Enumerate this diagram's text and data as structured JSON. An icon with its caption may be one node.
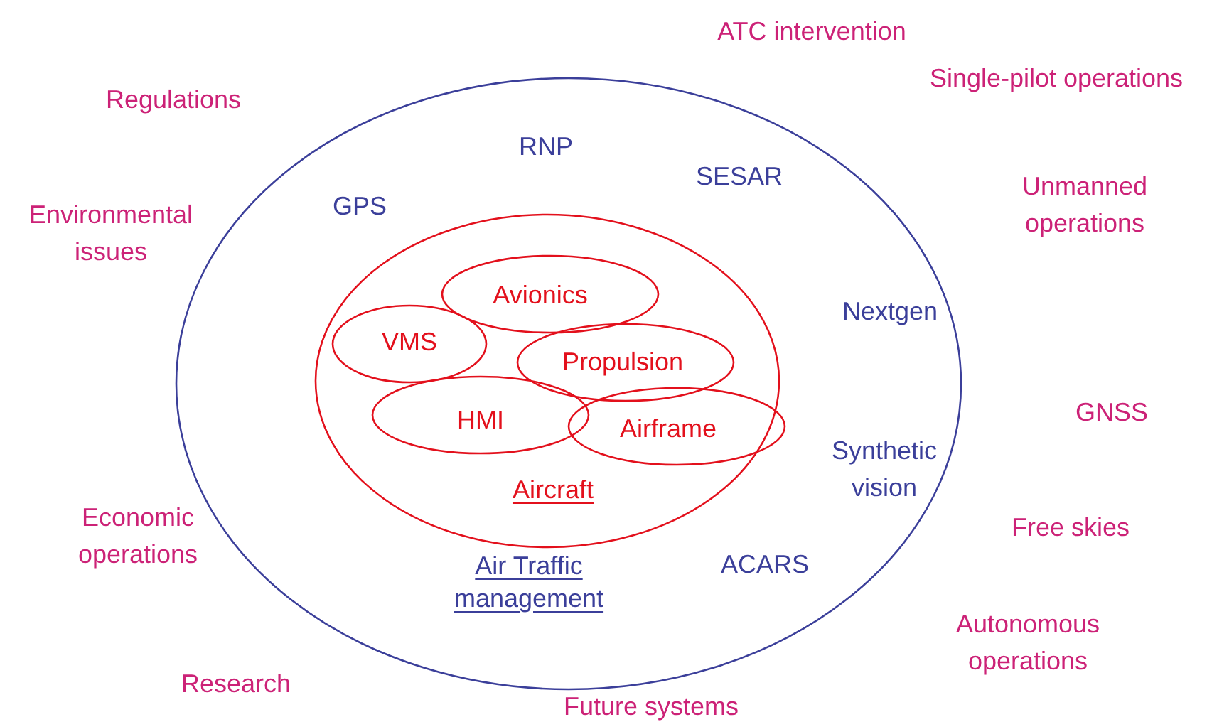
{
  "diagram": {
    "nodes": [
      {
        "text": [
          "Air Traffic management"
        ]
      },
      {
        "text": [
          "Aircraft"
        ],
        "in": 0
      },
      {
        "text": [
          "Avionics"
        ],
        "in": 1
      },
      {
        "text": [
          "VMS"
        ],
        "in": 1
      },
      {
        "text": [
          "Propulsion"
        ],
        "in": 1
      },
      {
        "text": [
          "HMI"
        ],
        "in": 1
      },
      {
        "text": [
          "Airframe"
        ],
        "in": 1
      }
    ],
    "edges": [],
    "labels": [
      "ATC intervention",
      "Single-pilot operations",
      "Regulations",
      "RNP",
      "SESAR",
      "GPS",
      "Environmental issues",
      "Unmanned operations",
      "Nextgen",
      "GNSS",
      "Synthetic vision",
      "Economic operations",
      "Free skies",
      "ACARS",
      "Autonomous operations",
      "Research",
      "Future systems"
    ]
  }
}
